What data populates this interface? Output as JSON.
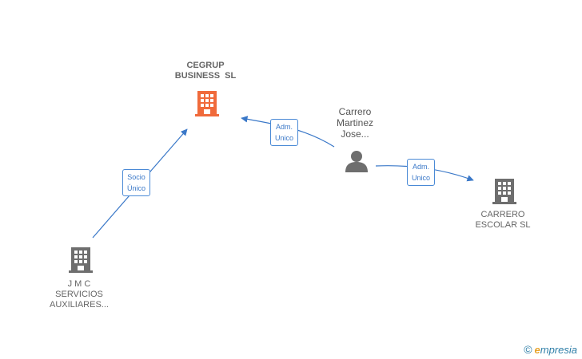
{
  "nodes": {
    "cegrup": {
      "line1": "CEGRUP",
      "line2": "BUSINESS  SL",
      "icon": "building-icon",
      "color": "#f06a3b"
    },
    "jmc": {
      "line1": "J M C",
      "line2": "SERVICIOS",
      "line3": "AUXILIARES...",
      "icon": "building-icon",
      "color": "#6e6e6e"
    },
    "carrero_person": {
      "line1": "Carrero",
      "line2": "Martinez",
      "line3": "Jose...",
      "icon": "person-icon",
      "color": "#6e6e6e"
    },
    "carrero_escolar": {
      "line1": "CARRERO",
      "line2": "ESCOLAR SL",
      "icon": "building-icon",
      "color": "#6e6e6e"
    }
  },
  "edges": {
    "jmc_to_cegrup": {
      "line1": "Socio",
      "line2": "Único"
    },
    "person_to_cegrup": {
      "line1": "Adm.",
      "line2": "Unico"
    },
    "person_to_escolar": {
      "line1": "Adm.",
      "line2": "Unico"
    }
  },
  "footer": {
    "copyright": "©",
    "brand_first": "e",
    "brand_rest": "mpresia"
  },
  "colors": {
    "edge": "#3a78c8"
  }
}
